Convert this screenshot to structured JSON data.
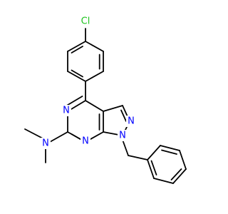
{
  "molecule": {
    "atoms": {
      "cl": {
        "label": "Cl",
        "color": "#1fc41f"
      },
      "n_pyrimidine_upper": {
        "label": "N",
        "color": "#0000ff"
      },
      "n_pyrimidine_lower": {
        "label": "N",
        "color": "#0000ff"
      },
      "n_pyrazole_2": {
        "label": "N",
        "color": "#0000ff"
      },
      "n_pyrazole_1": {
        "label": "N",
        "color": "#0000ff"
      },
      "n_dimethylamino": {
        "label": "N",
        "color": "#0000ff"
      }
    },
    "bond_color": "#000000"
  }
}
